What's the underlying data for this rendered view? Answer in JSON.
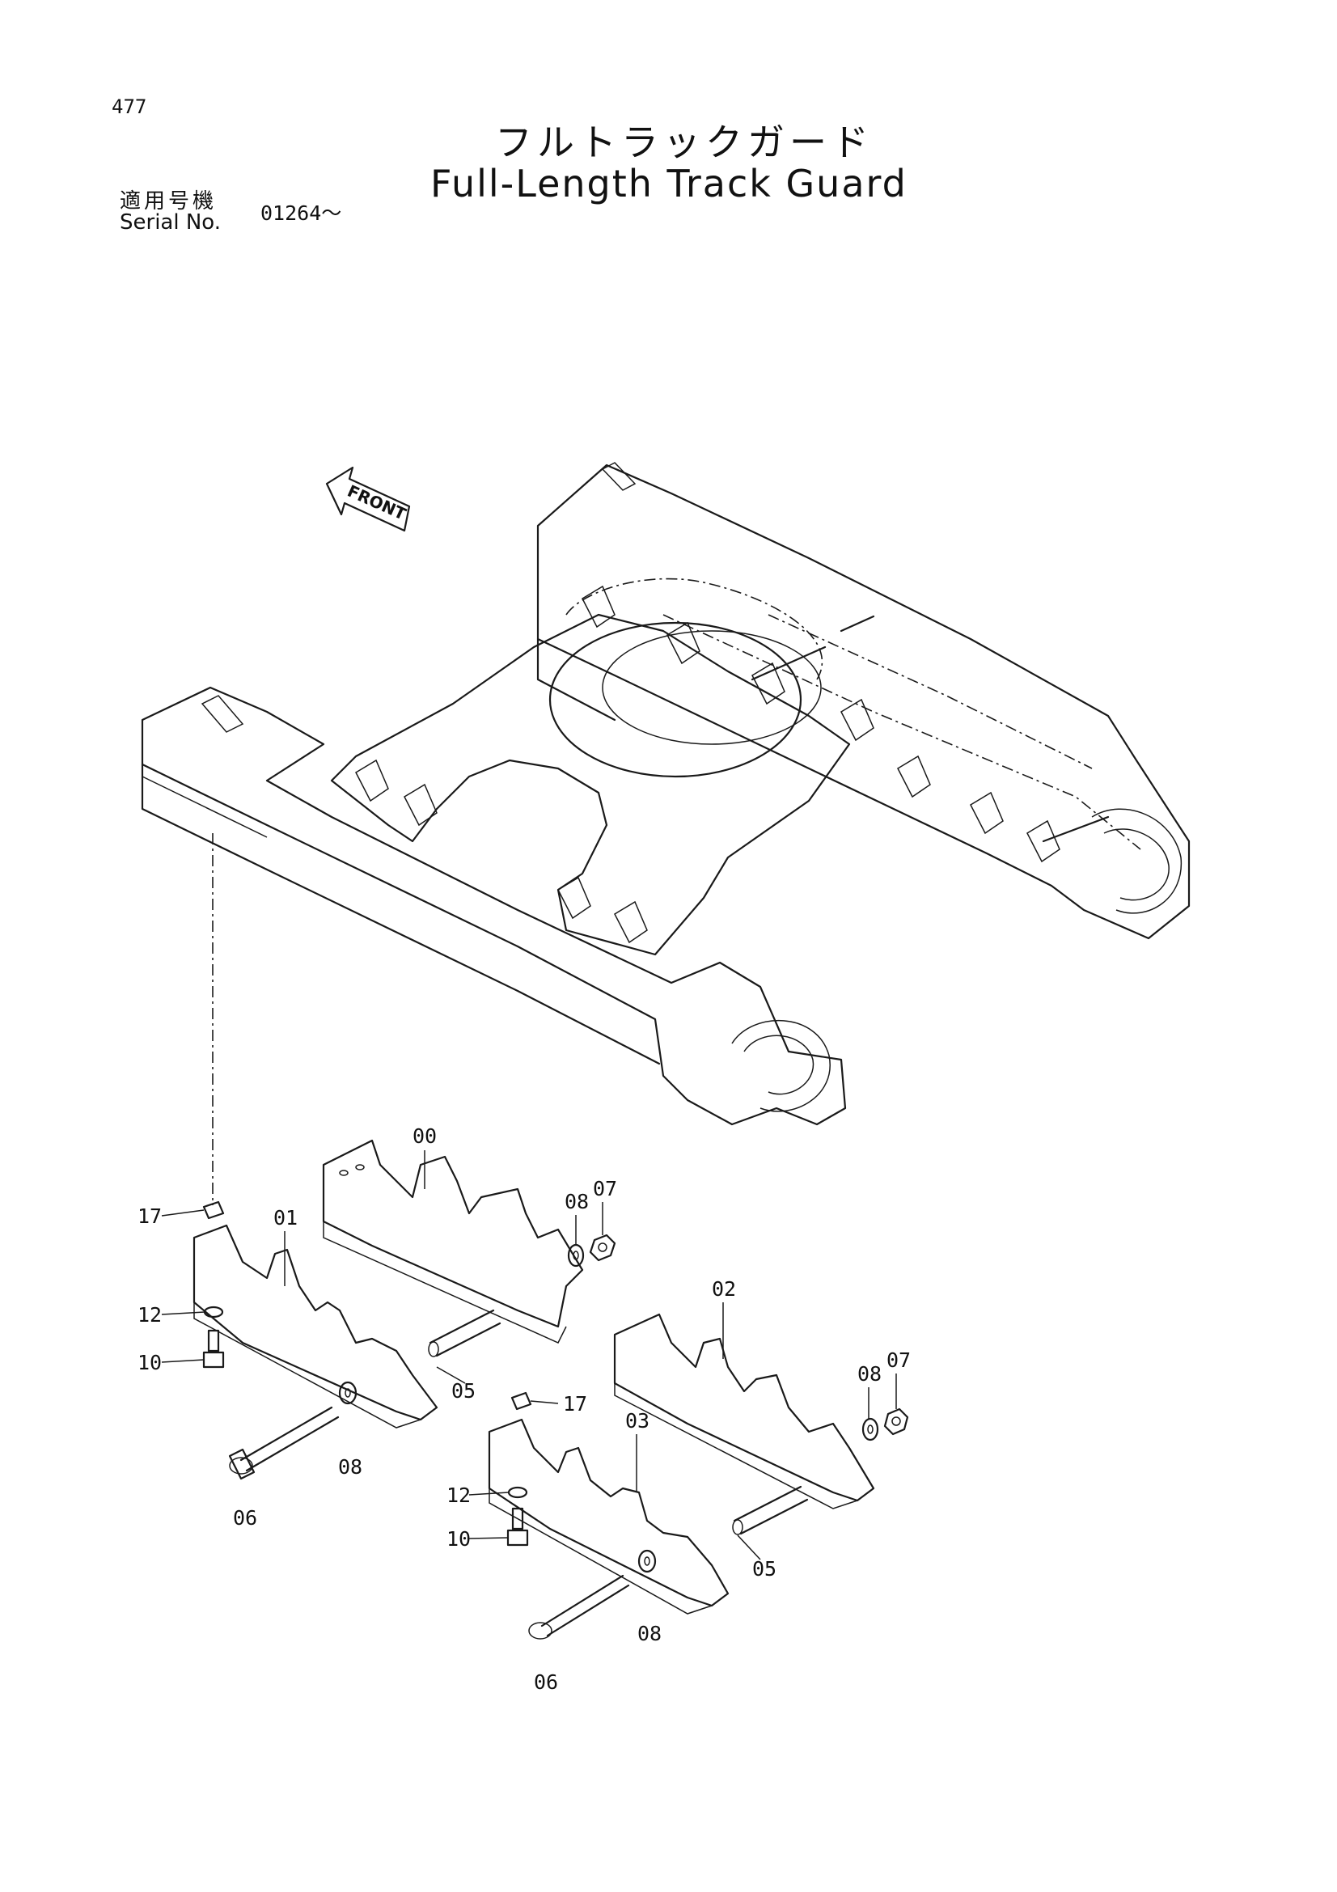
{
  "page_number": "477",
  "title_jp": "フルトラックガード",
  "title_en": "Full-Length Track Guard",
  "serial": {
    "label_jp": "適用号機",
    "label_en": "Serial No.",
    "value": "01264～"
  },
  "front_label": "FRONT",
  "callouts": [
    {
      "id": "c00",
      "text": "00"
    },
    {
      "id": "c01",
      "text": "01"
    },
    {
      "id": "c02",
      "text": "02"
    },
    {
      "id": "c03",
      "text": "03"
    },
    {
      "id": "c05a",
      "text": "05"
    },
    {
      "id": "c05b",
      "text": "05"
    },
    {
      "id": "c06a",
      "text": "06"
    },
    {
      "id": "c06b",
      "text": "06"
    },
    {
      "id": "c07a",
      "text": "07"
    },
    {
      "id": "c07b",
      "text": "07"
    },
    {
      "id": "c08a",
      "text": "08"
    },
    {
      "id": "c08b",
      "text": "08"
    },
    {
      "id": "c08c",
      "text": "08"
    },
    {
      "id": "c08d",
      "text": "08"
    },
    {
      "id": "c10a",
      "text": "10"
    },
    {
      "id": "c10b",
      "text": "10"
    },
    {
      "id": "c12a",
      "text": "12"
    },
    {
      "id": "c12b",
      "text": "12"
    },
    {
      "id": "c17a",
      "text": "17"
    },
    {
      "id": "c17b",
      "text": "17"
    }
  ]
}
